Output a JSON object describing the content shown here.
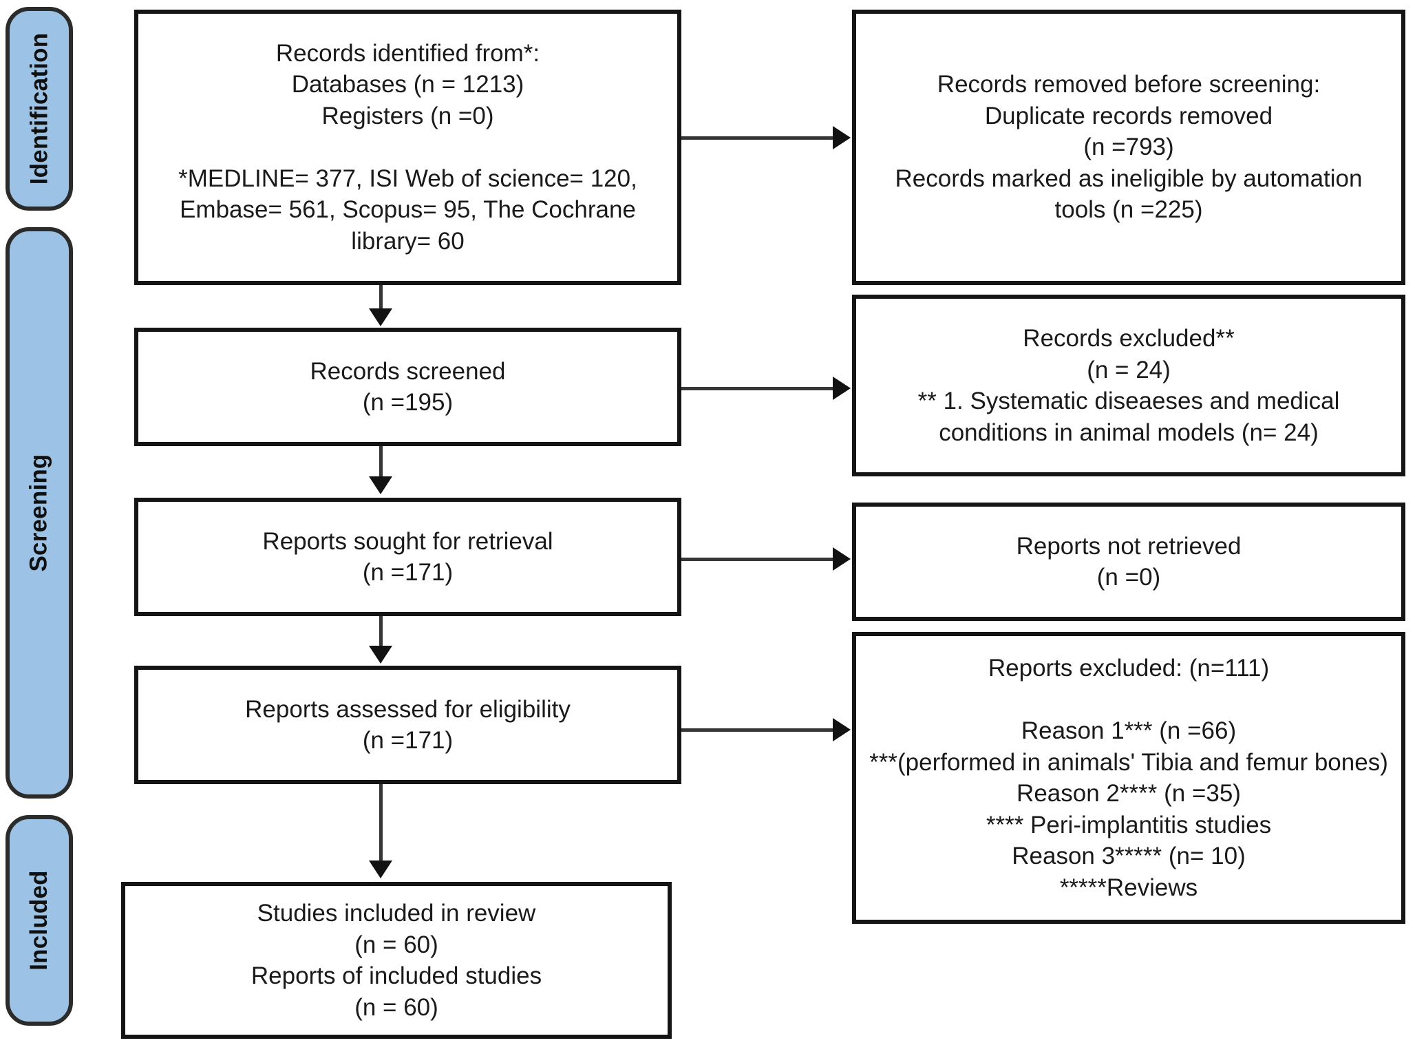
{
  "diagram": {
    "type": "prisma-flow-diagram",
    "colors": {
      "phase_fill": "#9cc3e5",
      "phase_border": "#2b2b2b",
      "box_border": "#141414",
      "connector": "#363636",
      "text": "#1a1a1a",
      "background": "#ffffff"
    },
    "phases": [
      {
        "id": "identification",
        "label": "Identification"
      },
      {
        "id": "screening",
        "label": "Screening"
      },
      {
        "id": "included",
        "label": "Included"
      }
    ],
    "boxes": {
      "records_identified": {
        "text": "Records identified from*:\nDatabases (n = 1213)\nRegisters (n =0)\n\n*MEDLINE= 377, ISI Web of science= 120, Embase= 561, Scopus= 95, The Cochrane library= 60"
      },
      "records_removed": {
        "text": "Records removed before screening:\nDuplicate records removed\n(n =793)\nRecords marked as ineligible by automation tools (n =225)"
      },
      "records_screened": {
        "text": "Records screened\n(n =195)"
      },
      "records_excluded": {
        "text": "Records excluded**\n(n = 24)\n** 1. Systematic diseaeses and medical conditions in animal models (n= 24)"
      },
      "reports_sought": {
        "text": "Reports sought for retrieval\n(n =171)"
      },
      "reports_not_retrieved": {
        "text": "Reports not retrieved\n(n =0)"
      },
      "reports_assessed": {
        "text": "Reports assessed for eligibility\n(n =171)"
      },
      "reports_excluded": {
        "text": "Reports excluded: (n=111)\n\nReason 1*** (n =66)\n***(performed in animals' Tibia and femur bones)\nReason 2**** (n =35)\n**** Peri-implantitis studies\nReason 3***** (n= 10)\n*****Reviews"
      },
      "studies_included": {
        "text": "Studies included in review\n(n = 60)\nReports of included studies\n(n = 60)"
      }
    }
  }
}
